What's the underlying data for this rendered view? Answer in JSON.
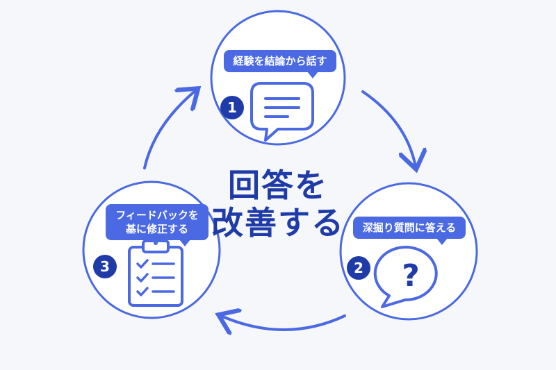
{
  "center": {
    "line1": "回答を",
    "line2": "改善する"
  },
  "steps": [
    {
      "number": "1",
      "label": "経験を結論から話す",
      "icon": "chat-bubble-icon"
    },
    {
      "number": "2",
      "label": "深掘り質問に答える",
      "icon": "question-bubble-icon"
    },
    {
      "number": "3",
      "label_line1": "フィードバックを",
      "label_line2": "基に修正する",
      "icon": "clipboard-checklist-icon"
    }
  ],
  "colors": {
    "accent": "#4a69e2",
    "dark": "#1f3ba8",
    "background": "#f5f7fb"
  }
}
